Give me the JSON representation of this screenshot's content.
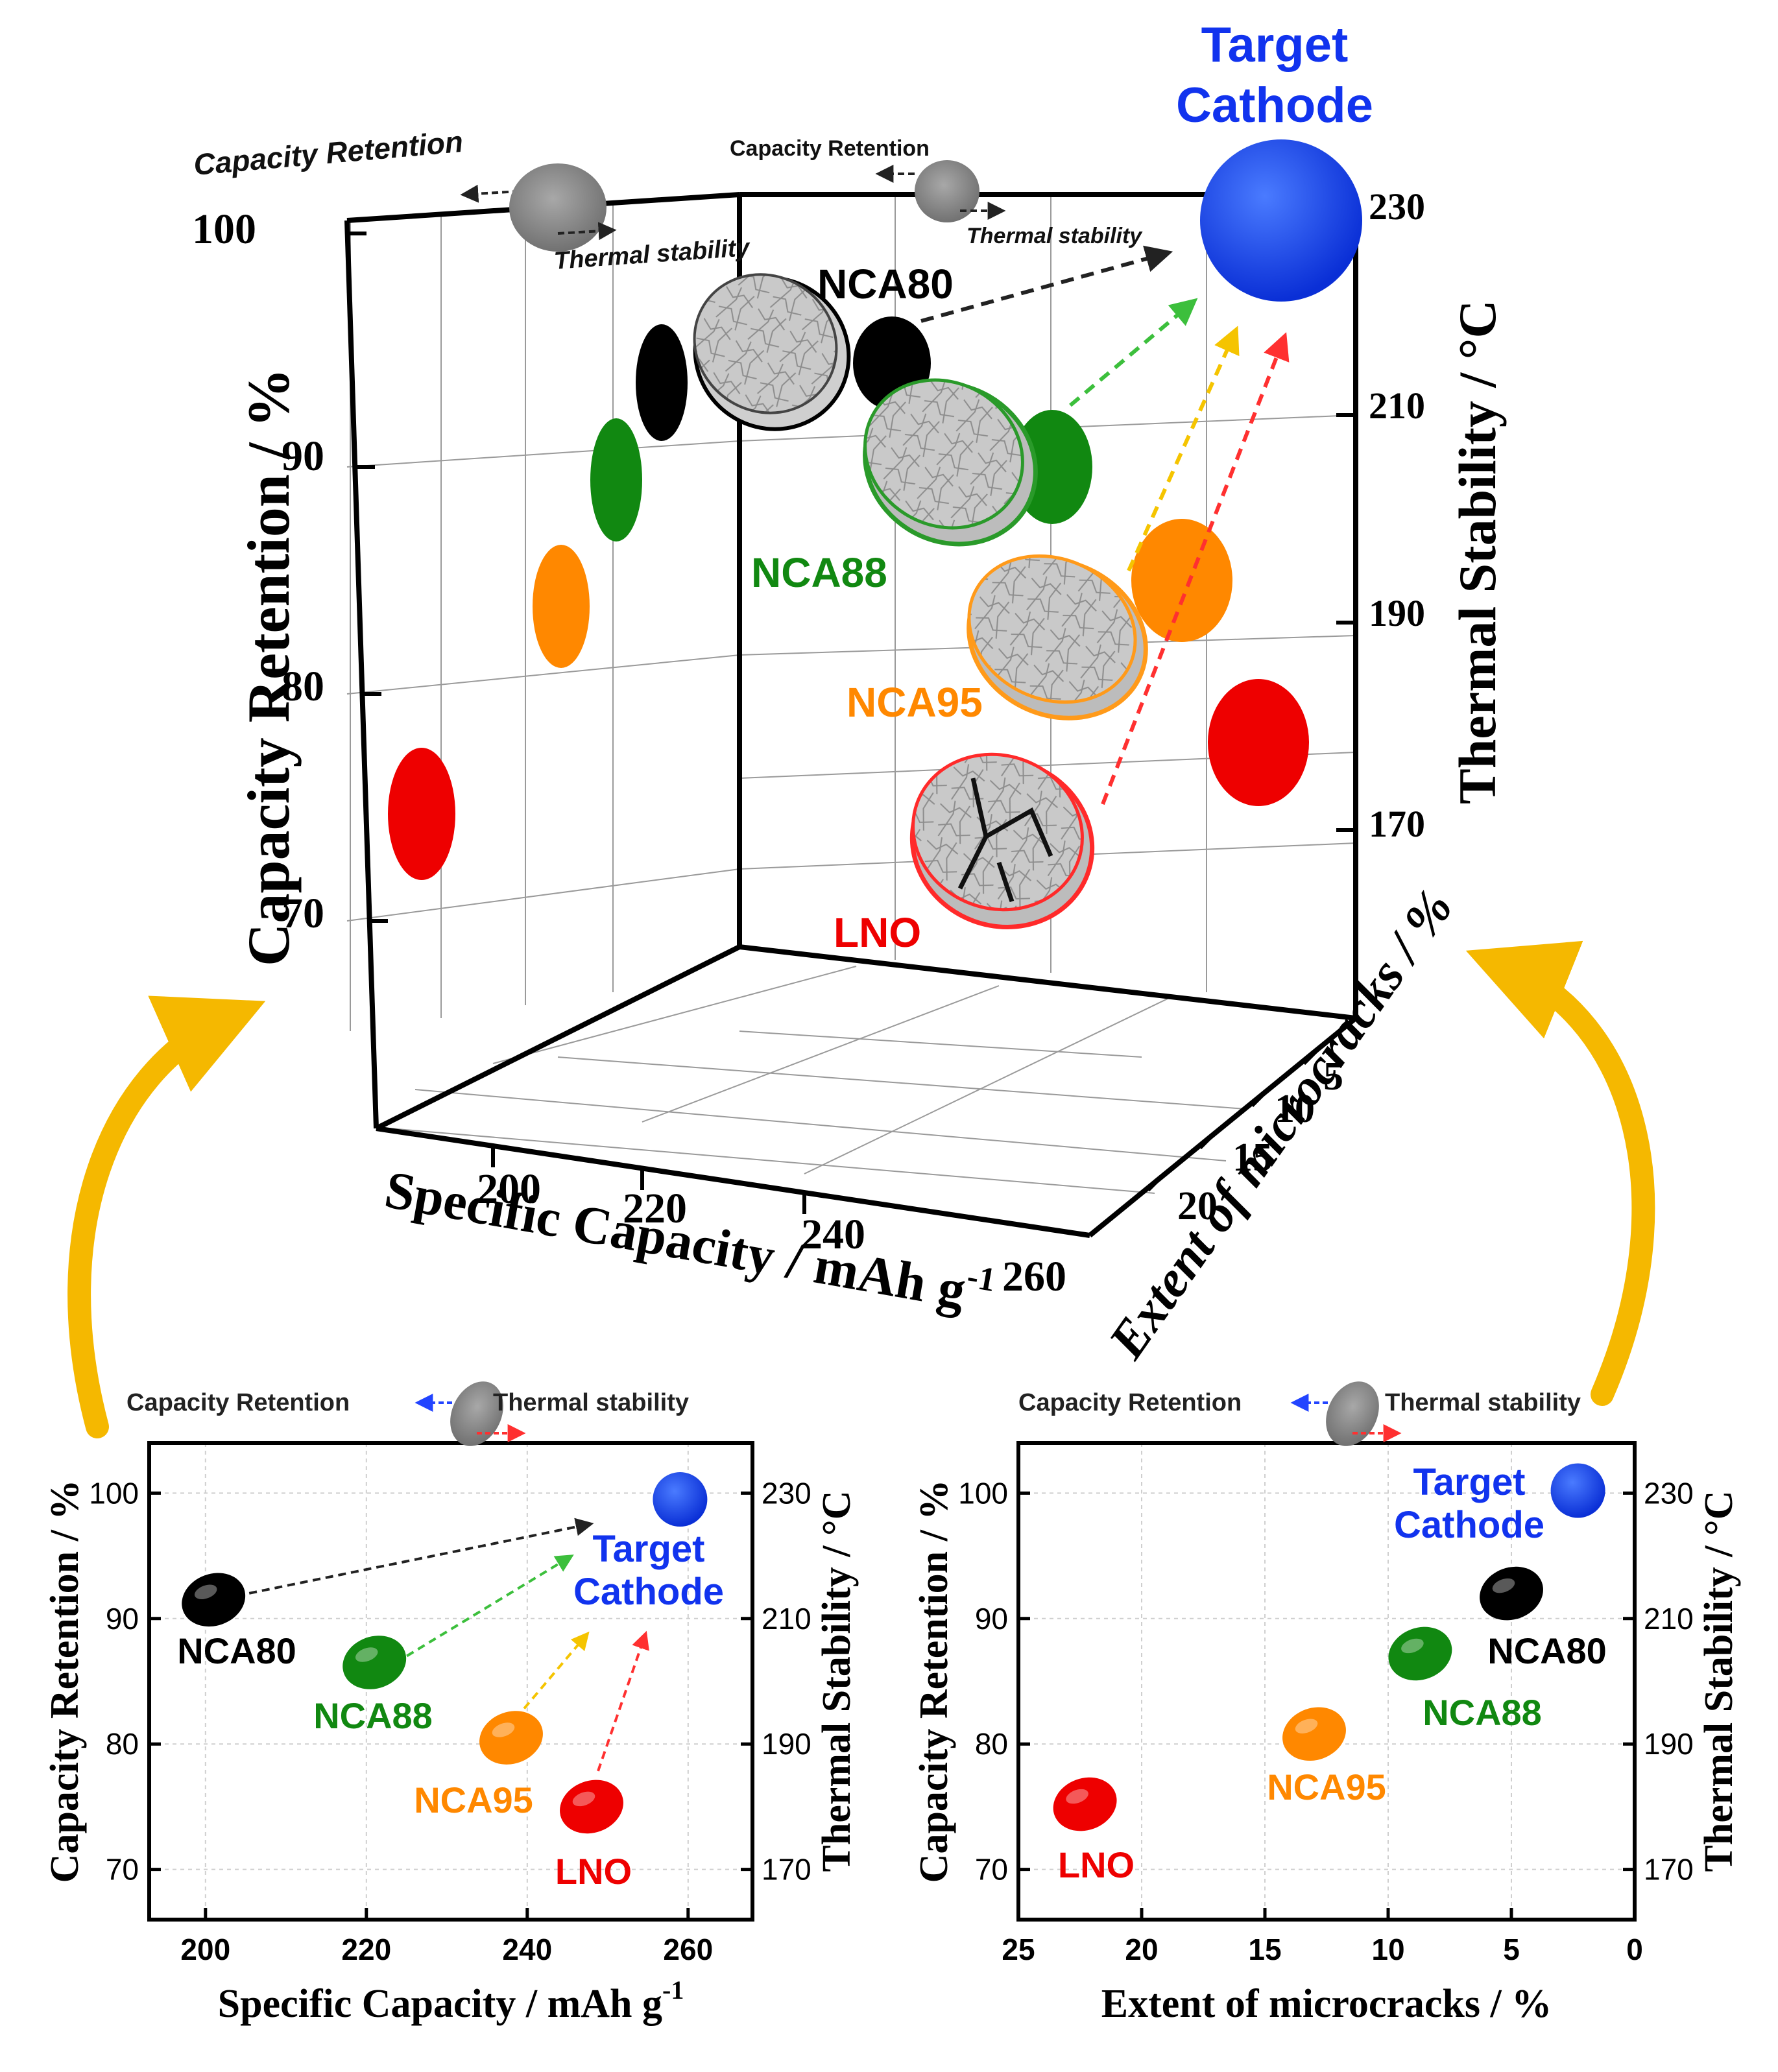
{
  "colors": {
    "LNO": "#ee0000",
    "NCA95": "#ff8800",
    "NCA88": "#118811",
    "NCA80": "#000000",
    "target": "#1133ee",
    "arrow_gold": "#f5b800",
    "grey": "#8a8a8a"
  },
  "legend": {
    "capacity_retention": "Capacity Retention",
    "thermal_stability": "Thermal stability"
  },
  "target_label": {
    "line1": "Target",
    "line2": "Cathode"
  },
  "chart_data": [
    {
      "type": "scatter3d",
      "xlabel": "Specific Capacity / mAh g",
      "xlabel_sup": "-1",
      "ylabel_left": "Capacity Retention / %",
      "ylabel_right": "Thermal Stability / °C",
      "zlabel": "Extent of microcracks / %",
      "x_ticks": [
        "200",
        "220",
        "240",
        "260"
      ],
      "y_ticks": [
        "70",
        "80",
        "90",
        "100"
      ],
      "y2_ticks": [
        "170",
        "190",
        "210",
        "230"
      ],
      "z_ticks": [
        "5",
        "10",
        "15",
        "20"
      ],
      "points": [
        {
          "name": "LNO",
          "color_key": "LNO"
        },
        {
          "name": "NCA95",
          "color_key": "NCA95"
        },
        {
          "name": "NCA88",
          "color_key": "NCA88"
        },
        {
          "name": "NCA80",
          "color_key": "NCA80"
        },
        {
          "name": "Target Cathode",
          "color_key": "target"
        }
      ]
    },
    {
      "type": "scatter",
      "xlabel": "Specific Capacity / mAh g",
      "xlabel_sup": "-1",
      "ylabel_left": "Capacity Retention / %",
      "ylabel_right": "Thermal Stability / °C",
      "xlim": [
        193,
        268
      ],
      "ylim": [
        66,
        104
      ],
      "x_ticks": [
        200,
        220,
        240,
        260
      ],
      "y_ticks": [
        70,
        80,
        90,
        100
      ],
      "y2_ticks": [
        170,
        190,
        210,
        230
      ],
      "grid": true,
      "points": [
        {
          "name": "NCA80",
          "x": 201,
          "y": 91.5,
          "color_key": "NCA80"
        },
        {
          "name": "NCA88",
          "x": 221,
          "y": 86.5,
          "color_key": "NCA88"
        },
        {
          "name": "NCA95",
          "x": 238,
          "y": 80.5,
          "color_key": "NCA95"
        },
        {
          "name": "LNO",
          "x": 248,
          "y": 75,
          "color_key": "LNO"
        },
        {
          "name": "Target Cathode",
          "x": 259,
          "y": 99.5,
          "color_key": "target"
        }
      ]
    },
    {
      "type": "scatter",
      "xlabel": "Extent of microcracks / %",
      "ylabel_left": "Capacity Retention / %",
      "ylabel_right": "Thermal Stability / °C",
      "xlim": [
        25,
        0
      ],
      "ylim": [
        66,
        104
      ],
      "x_ticks": [
        25,
        20,
        15,
        10,
        5,
        0
      ],
      "y_ticks": [
        70,
        80,
        90,
        100
      ],
      "y2_ticks": [
        170,
        190,
        210,
        230
      ],
      "grid": true,
      "points": [
        {
          "name": "LNO",
          "x": 22.3,
          "y": 75.2,
          "color_key": "LNO"
        },
        {
          "name": "NCA95",
          "x": 13,
          "y": 80.8,
          "color_key": "NCA95"
        },
        {
          "name": "NCA88",
          "x": 8.7,
          "y": 87.2,
          "color_key": "NCA88"
        },
        {
          "name": "NCA80",
          "x": 5,
          "y": 92,
          "color_key": "NCA80"
        },
        {
          "name": "Target Cathode",
          "x": 2.3,
          "y": 100.2,
          "color_key": "target"
        }
      ]
    }
  ]
}
